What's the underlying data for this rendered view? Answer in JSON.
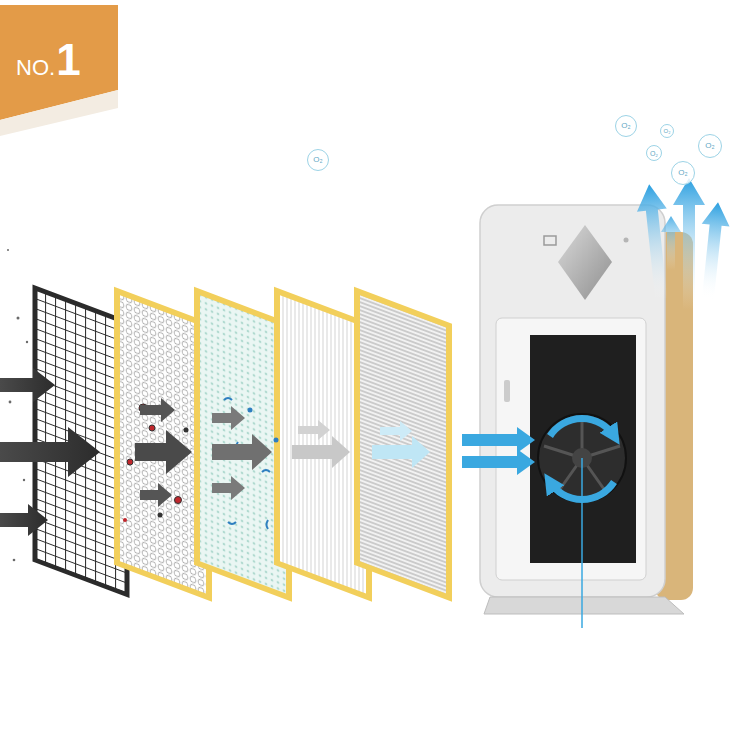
{
  "diagram": {
    "nodes": [
      {
        "text": [
          "NO.",
          "1"
        ]
      },
      {
        "text": [
          "O₂"
        ]
      },
      {
        "text": [
          "O₂"
        ]
      },
      {
        "text": [
          "O₂"
        ]
      },
      {
        "text": [
          "O₂"
        ]
      },
      {
        "text": [
          "O₂"
        ]
      },
      {
        "text": [
          "O₂"
        ]
      }
    ]
  }
}
